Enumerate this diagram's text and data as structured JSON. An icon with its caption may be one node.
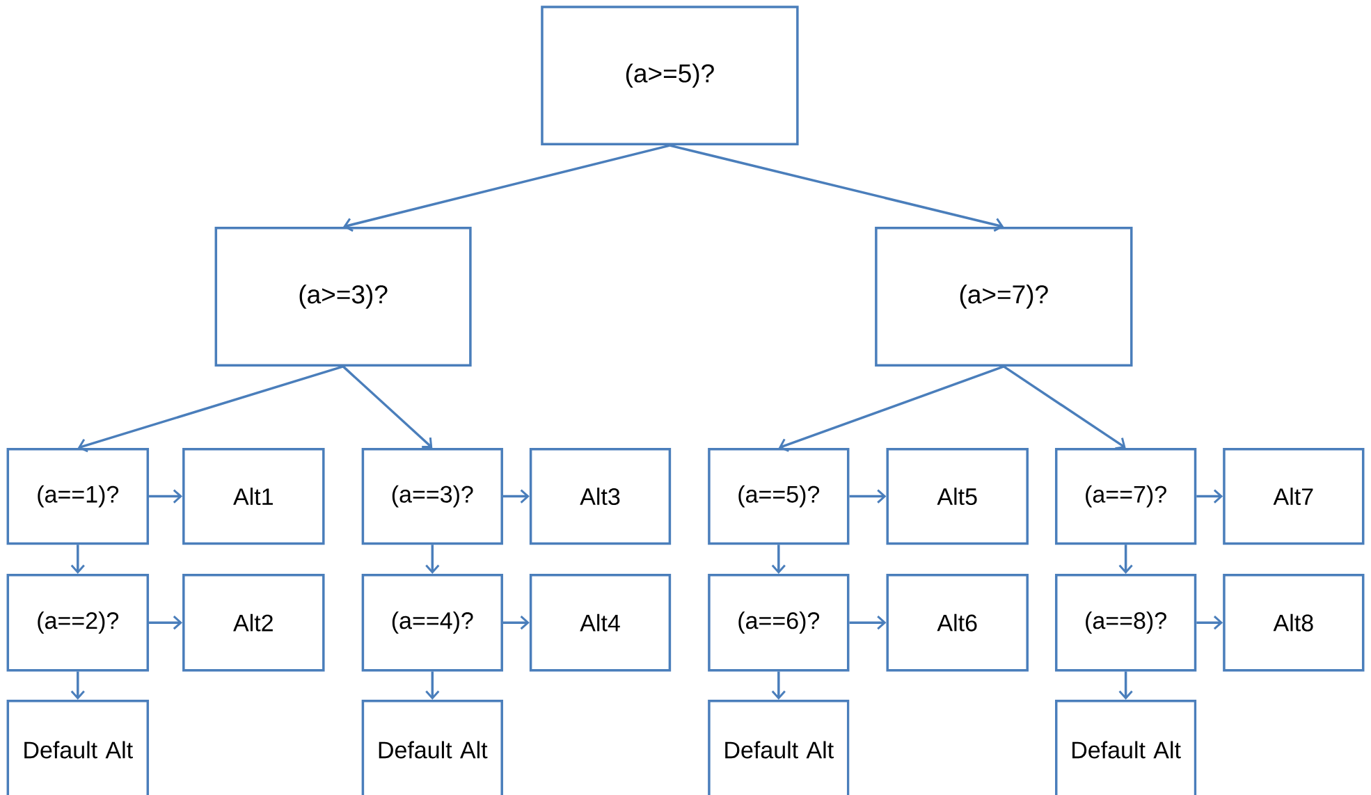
{
  "diagram": {
    "nodes": [
      {
        "text": [
          "(a>=5)?"
        ]
      },
      {
        "text": [
          "(a>=3)?"
        ]
      },
      {
        "text": [
          "(a>=7)?"
        ]
      },
      {
        "text": [
          "(a==1)?"
        ]
      },
      {
        "text": [
          "Alt1"
        ]
      },
      {
        "text": [
          "(a==3)?"
        ]
      },
      {
        "text": [
          "Alt3"
        ]
      },
      {
        "text": [
          "(a==5)?"
        ]
      },
      {
        "text": [
          "Alt5"
        ]
      },
      {
        "text": [
          "(a==7)?"
        ]
      },
      {
        "text": [
          "Alt7"
        ]
      },
      {
        "text": [
          "(a==2)?"
        ]
      },
      {
        "text": [
          "Alt2"
        ]
      },
      {
        "text": [
          "(a==4)?"
        ]
      },
      {
        "text": [
          "Alt4"
        ]
      },
      {
        "text": [
          "(a==6)?"
        ]
      },
      {
        "text": [
          "Alt6"
        ]
      },
      {
        "text": [
          "(a==8)?"
        ]
      },
      {
        "text": [
          "Alt8"
        ]
      },
      {
        "text": [
          "Default Alt"
        ]
      },
      {
        "text": [
          "Default Alt"
        ]
      },
      {
        "text": [
          "Default Alt"
        ]
      },
      {
        "text": [
          "Default Alt"
        ]
      }
    ],
    "edges": [
      {
        "from": 0,
        "to": 1,
        "arrow": "to"
      },
      {
        "from": 0,
        "to": 2,
        "arrow": "to"
      },
      {
        "from": 1,
        "to": 3,
        "arrow": "to"
      },
      {
        "from": 1,
        "to": 5,
        "arrow": "to"
      },
      {
        "from": 2,
        "to": 7,
        "arrow": "to"
      },
      {
        "from": 2,
        "to": 9,
        "arrow": "to"
      },
      {
        "from": 3,
        "to": 4,
        "arrow": "to"
      },
      {
        "from": 5,
        "to": 6,
        "arrow": "to"
      },
      {
        "from": 7,
        "to": 8,
        "arrow": "to"
      },
      {
        "from": 9,
        "to": 10,
        "arrow": "to"
      },
      {
        "from": 3,
        "to": 11,
        "arrow": "to"
      },
      {
        "from": 5,
        "to": 13,
        "arrow": "to"
      },
      {
        "from": 7,
        "to": 15,
        "arrow": "to"
      },
      {
        "from": 9,
        "to": 17,
        "arrow": "to"
      },
      {
        "from": 11,
        "to": 12,
        "arrow": "to"
      },
      {
        "from": 13,
        "to": 14,
        "arrow": "to"
      },
      {
        "from": 15,
        "to": 16,
        "arrow": "to"
      },
      {
        "from": 17,
        "to": 18,
        "arrow": "to"
      },
      {
        "from": 11,
        "to": 19,
        "arrow": "to"
      },
      {
        "from": 13,
        "to": 20,
        "arrow": "to"
      },
      {
        "from": 15,
        "to": 21,
        "arrow": "to"
      },
      {
        "from": 17,
        "to": 22,
        "arrow": "to"
      }
    ]
  }
}
